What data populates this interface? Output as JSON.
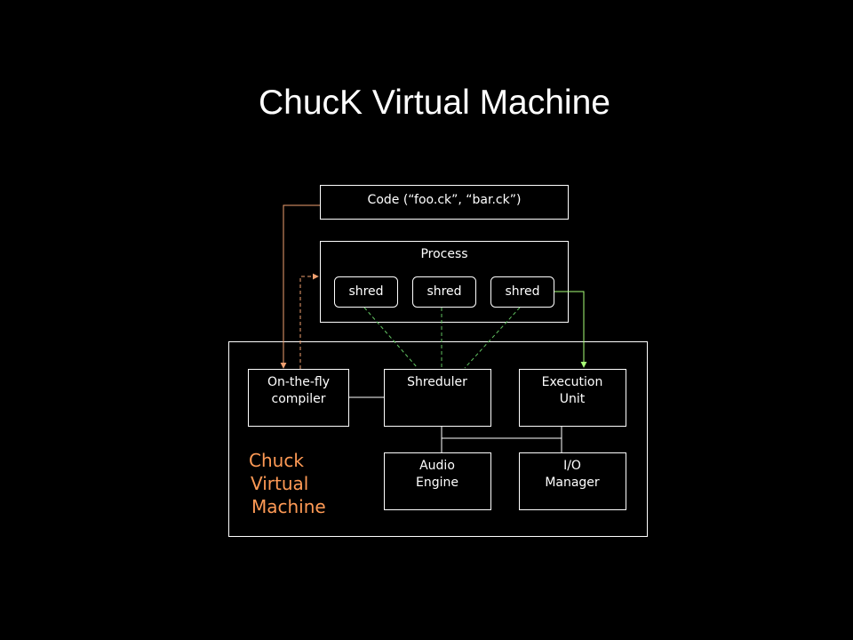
{
  "title": "ChucK Virtual Machine",
  "code_box": {
    "label": "Code (“foo.ck”, “bar.ck”)"
  },
  "process": {
    "label": "Process",
    "shreds": [
      "shred",
      "shred",
      "shred"
    ]
  },
  "vm": {
    "label_lines": [
      "Chuck",
      "Virtual",
      "Machine"
    ],
    "compiler": {
      "lines": [
        "On-the-fly",
        "compiler"
      ]
    },
    "shreduler": {
      "lines": [
        "Shreduler"
      ]
    },
    "execution_unit": {
      "lines": [
        "Execution",
        "Unit"
      ]
    },
    "audio_engine": {
      "lines": [
        "Audio",
        "Engine"
      ]
    },
    "io_manager": {
      "lines": [
        "I/O",
        "Manager"
      ]
    }
  },
  "colors": {
    "background": "#000000",
    "box_stroke": "#ffffff",
    "text": "#ffffff",
    "vm_label": "#ff9a55",
    "connector_orange": "#f0a070",
    "connector_green": "#a8ff78",
    "dashed_green": "#60c060"
  }
}
